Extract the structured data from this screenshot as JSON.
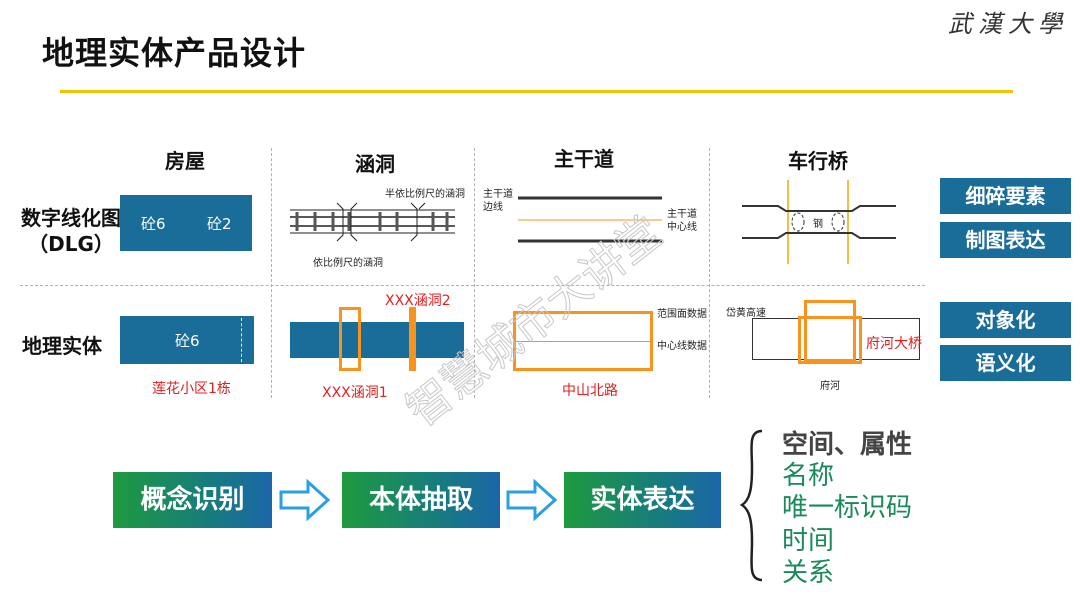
{
  "page": {
    "title": "地理实体产品设计",
    "logo_text": "武漢大學"
  },
  "columns": [
    "房屋",
    "涵洞",
    "主干道",
    "车行桥"
  ],
  "rows": {
    "dlg": "数字线化图\n（DLG）",
    "entity": "地理实体"
  },
  "dlg": {
    "house_labels": [
      "砼6",
      "砼2"
    ],
    "culvert_labels": {
      "top": "半依比例尺的涵洞",
      "bottom": "依比例尺的涵洞"
    },
    "road_labels": {
      "edge": "主干道\n边线",
      "center": "主干道\n中心线"
    },
    "bridge_label": "钢"
  },
  "entity": {
    "house_label": "砼6",
    "house_name": "莲花小区1栋",
    "culvert_names": [
      "XXX涵洞2",
      "XXX涵洞1"
    ],
    "road_labels": {
      "range": "范围面数据",
      "center": "中心线数据"
    },
    "road_name": "中山北路",
    "bridge_labels": {
      "highway": "岱黄高速",
      "river": "府河"
    },
    "bridge_name": "府河大桥"
  },
  "tags": [
    "细碎要素",
    "制图表达",
    "对象化",
    "语义化"
  ],
  "flow": [
    "概念识别",
    "本体抽取",
    "实体表达"
  ],
  "attributes": {
    "heading": "空间、属性",
    "items": [
      "名称",
      "唯一标识码",
      "时间",
      "关系"
    ]
  },
  "watermark": "智慧城市大讲堂",
  "colors": {
    "accent": "#f0c300",
    "tile": "#1b6d99",
    "entity_outline": "#f7931e",
    "label_red": "#e02020",
    "attr_green": "#1a8a5a"
  }
}
